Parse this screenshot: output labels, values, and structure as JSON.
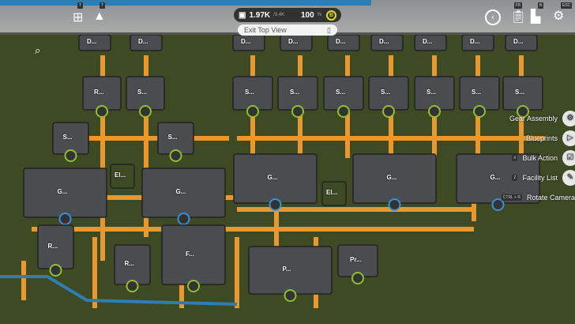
{
  "hud": {
    "power_value": "1.97K",
    "power_max": "/3.4K",
    "percent": "100",
    "percent_unit": "%",
    "coin_icon": "coin-icon"
  },
  "exit_top_view": {
    "label": "Exit Top View"
  },
  "top_right": {
    "back_key": "",
    "f8_key": "F8",
    "b_key": "B",
    "esc_key": "ESC"
  },
  "top_left": {
    "t_key1": "T",
    "t_key2": "T"
  },
  "menu": {
    "items": [
      {
        "label": "Gear Assembly",
        "key": "",
        "icon": "gear-assembly-icon"
      },
      {
        "label": "Blueprints",
        "key": "",
        "icon": "blueprint-icon"
      },
      {
        "label": "Bulk Action",
        "key": "X",
        "icon": "bulk-action-icon"
      },
      {
        "label": "Facility List",
        "key": "Z",
        "icon": "wrench-icon"
      },
      {
        "label": "Rotate Camera",
        "key": "CTRL + R",
        "icon": "rotate-camera-icon"
      }
    ]
  },
  "facilities": [
    "D...",
    "D...",
    "D...",
    "D...",
    "D...",
    "D...",
    "D...",
    "D...",
    "D...",
    "R...",
    "S...",
    "S...",
    "S...",
    "S...",
    "S...",
    "S...",
    "S...",
    "S...",
    "S...",
    "S...",
    "El...",
    "G...",
    "G...",
    "G...",
    "G...",
    "G...",
    "El...",
    "R...",
    "R...",
    "F...",
    "P...",
    "Pr..."
  ],
  "colors": {
    "conveyor": "#e8982c",
    "grass": "#3d4a24",
    "machine": "#4a4d50",
    "pipe": "#2e7db3"
  }
}
